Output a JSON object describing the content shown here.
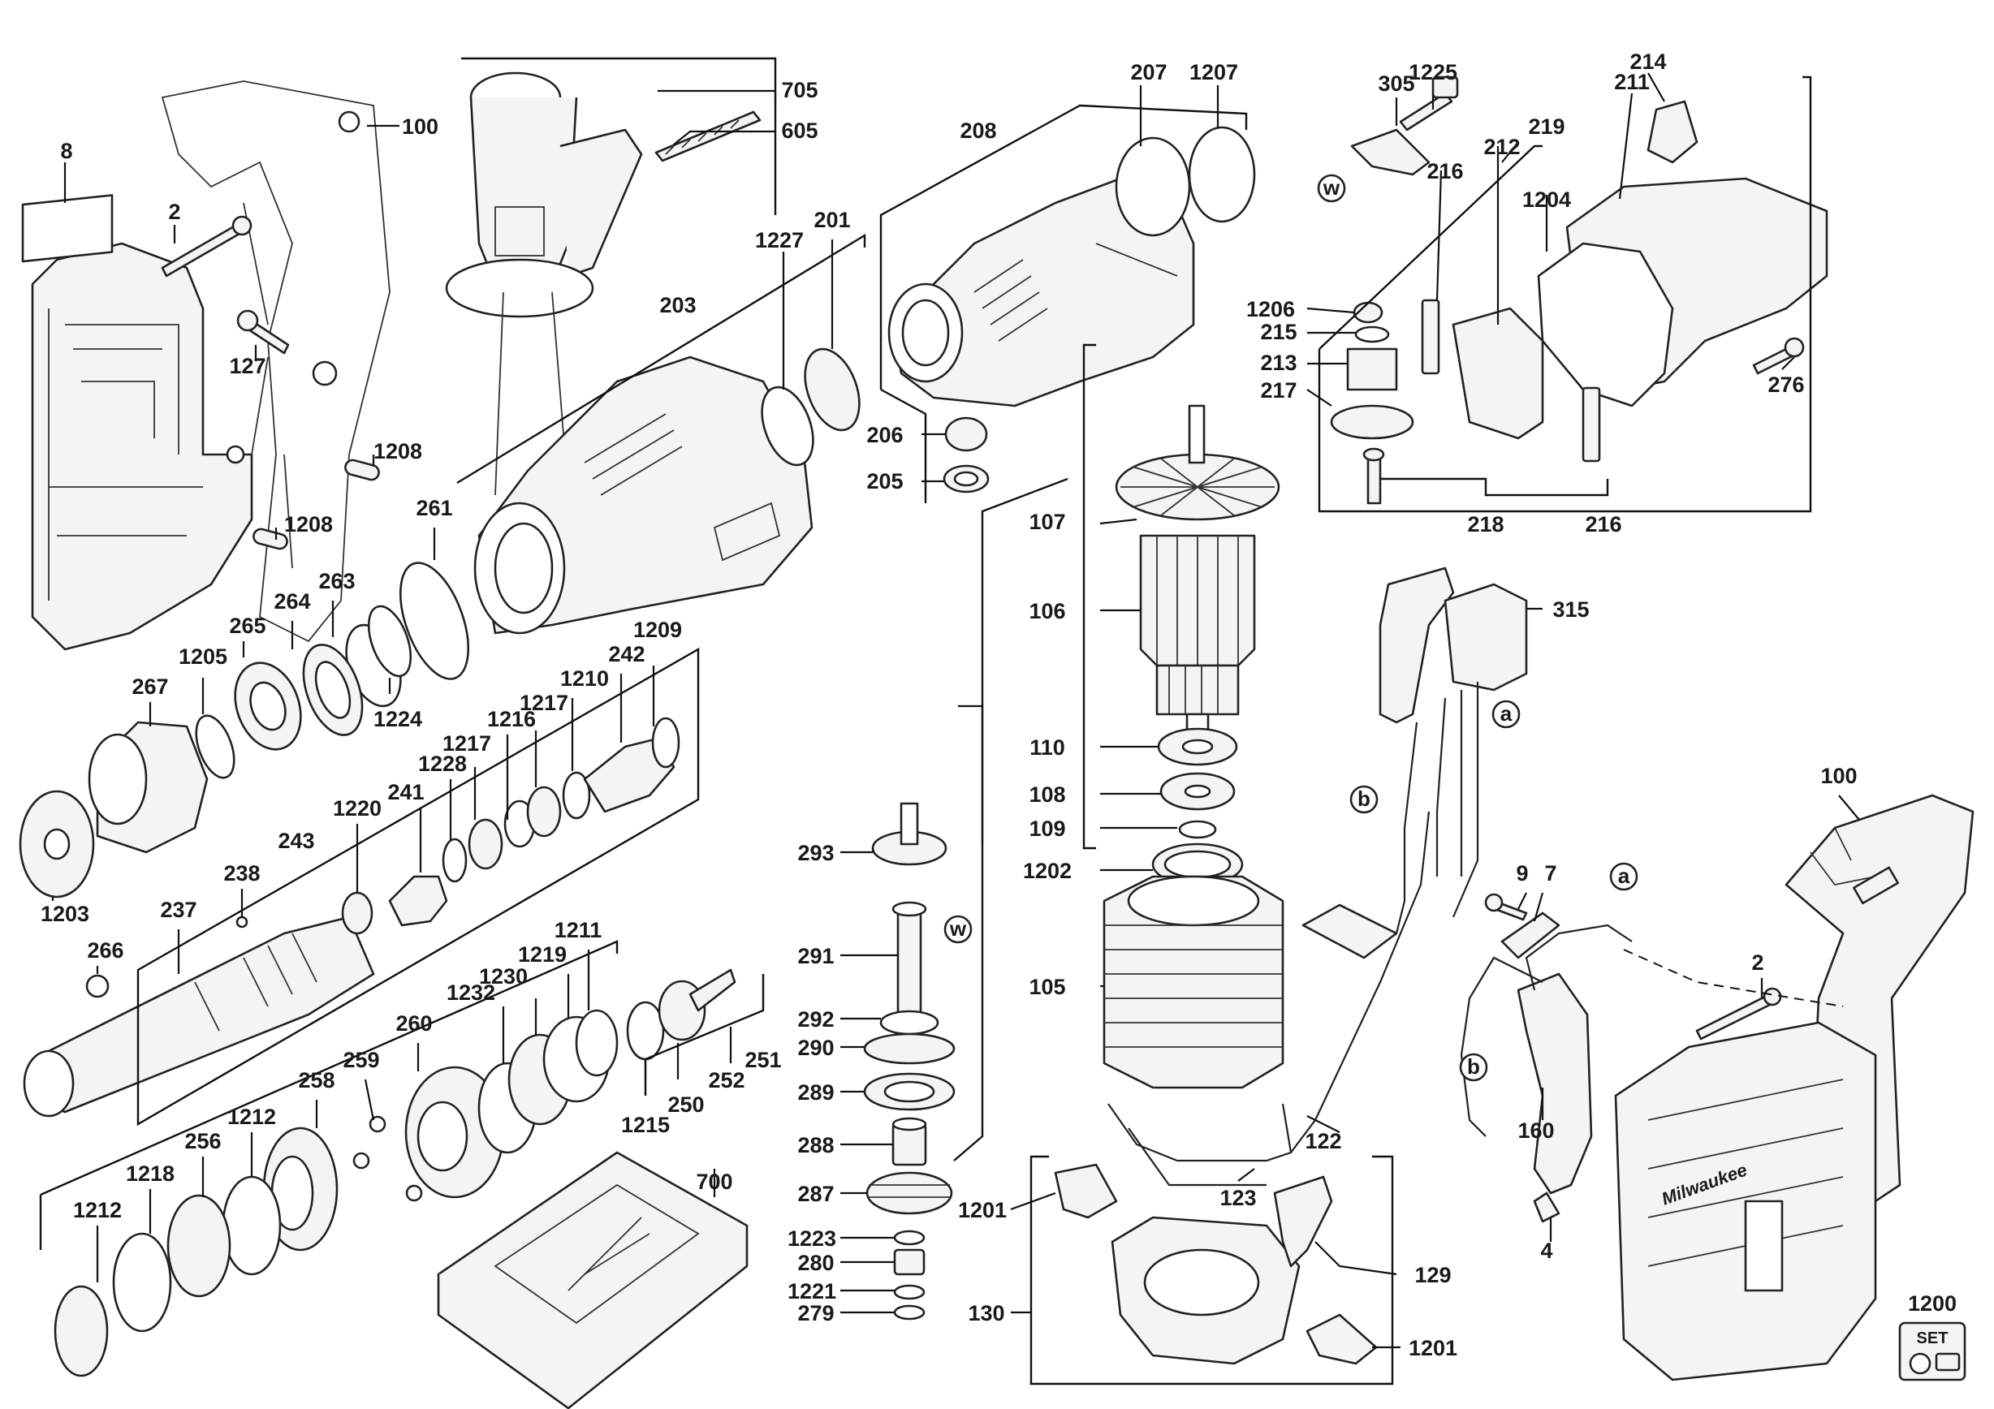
{
  "diagram": {
    "labels": {
      "l8": "8",
      "l2a": "2",
      "l100a": "100",
      "l127": "127",
      "l1208a": "1208",
      "l1208b": "1208",
      "l705": "705",
      "l605": "605",
      "l1227": "1227",
      "l201": "201",
      "l203": "203",
      "l261": "261",
      "l263": "263",
      "l264": "264",
      "l265": "265",
      "l267": "267",
      "l1205": "1205",
      "l1224": "1224",
      "l1203": "1203",
      "l1209": "1209",
      "l242": "242",
      "l1210": "1210",
      "l1217a": "1217",
      "l1216": "1216",
      "l1217b": "1217",
      "l1228": "1228",
      "l241": "241",
      "l1220": "1220",
      "l243": "243",
      "l238": "238",
      "l237": "237",
      "l266": "266",
      "l1211": "1211",
      "l1219": "1219",
      "l1230": "1230",
      "l1232": "1232",
      "l260": "260",
      "l259": "259",
      "l258": "258",
      "l1212a": "1212",
      "l256": "256",
      "l1218": "1218",
      "l1212b": "1212",
      "l250": "250",
      "l252": "252",
      "l251": "251",
      "l1215": "1215",
      "l700": "700",
      "l207": "207",
      "l1207": "1207",
      "l208": "208",
      "l206": "206",
      "l205": "205",
      "l107": "107",
      "l106": "106",
      "l110": "110",
      "l108": "108",
      "l109": "109",
      "l1202": "1202",
      "l105": "105",
      "l122": "122",
      "l123": "123",
      "l1201a": "1201",
      "l129": "129",
      "l130": "130",
      "l1201b": "1201",
      "l293": "293",
      "l291": "291",
      "l292": "292",
      "l290": "290",
      "l289": "289",
      "l288": "288",
      "l287": "287",
      "l1223": "1223",
      "l280": "280",
      "l1221": "1221",
      "l279": "279",
      "l305": "305",
      "l1225": "1225",
      "l214": "214",
      "l211": "211",
      "l219": "219",
      "l212": "212",
      "l216a": "216",
      "l1204": "1204",
      "l1206": "1206",
      "l215": "215",
      "l213": "213",
      "l217": "217",
      "l276": "276",
      "l218": "218",
      "l216b": "216",
      "l315": "315",
      "l100b": "100",
      "l9": "9",
      "l7": "7",
      "l2b": "2",
      "l160": "160",
      "l4": "4",
      "l1200": "1200"
    },
    "markers": {
      "w1": "w",
      "w2": "w",
      "a1": "a",
      "a2": "a",
      "b1": "b",
      "b2": "b"
    },
    "brand": {
      "logo_text": "Milwaukee",
      "set_text": "SET"
    }
  }
}
